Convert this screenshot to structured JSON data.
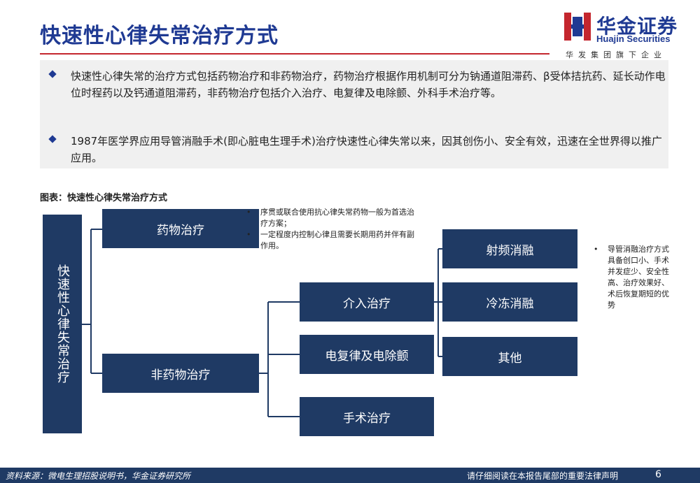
{
  "header": {
    "title": "快速性心律失常治疗方式",
    "logo": {
      "name_cn": "华金证券",
      "name_en": "Huajin Securities",
      "subtitle": "华发集团旗下企业"
    }
  },
  "summary": {
    "bullets": [
      "快速性心律失常的治疗方式包括药物治疗和非药物治疗，药物治疗根据作用机制可分为钠通道阻滞药、β受体拮抗药、延长动作电位时程药以及钙通道阻滞药，非药物治疗包括介入治疗、电复律及电除颤、外科手术治疗等。",
      "1987年医学界应用导管消融手术(即心脏电生理手术)治疗快速性心律失常以来，因其创伤小、安全有效，迅速在全世界得以推广应用。"
    ]
  },
  "figure": {
    "label": "图表：快速性心律失常治疗方式",
    "root": "快速性心律失常治疗",
    "drug": "药物治疗",
    "nondrug": "非药物治疗",
    "intervention": "介入治疗",
    "cardioversion": "电复律及电除颤",
    "surgery": "手术治疗",
    "rf_ablation": "射频消融",
    "cryo_ablation": "冷冻消融",
    "other": "其他",
    "drug_notes": [
      "序贯或联合使用抗心律失常药物一般为首选治疗方案；",
      "一定程度内控制心律且需要长期用药并伴有副作用。"
    ],
    "ablation_notes": [
      "导管消融治疗方式具备创口小、手术并发症少、安全性高、治疗效果好、术后恢复期短的优势"
    ],
    "bullet_char": "•"
  },
  "footer": {
    "source": "资料来源：微电生理招股说明书，华金证券研究所",
    "disclaimer": "请仔细阅读在本报告尾部的重要法律声明",
    "page": "6"
  },
  "colors": {
    "primary": "#1f3a93",
    "box": "#1f3a64",
    "accent": "#c4262e"
  }
}
